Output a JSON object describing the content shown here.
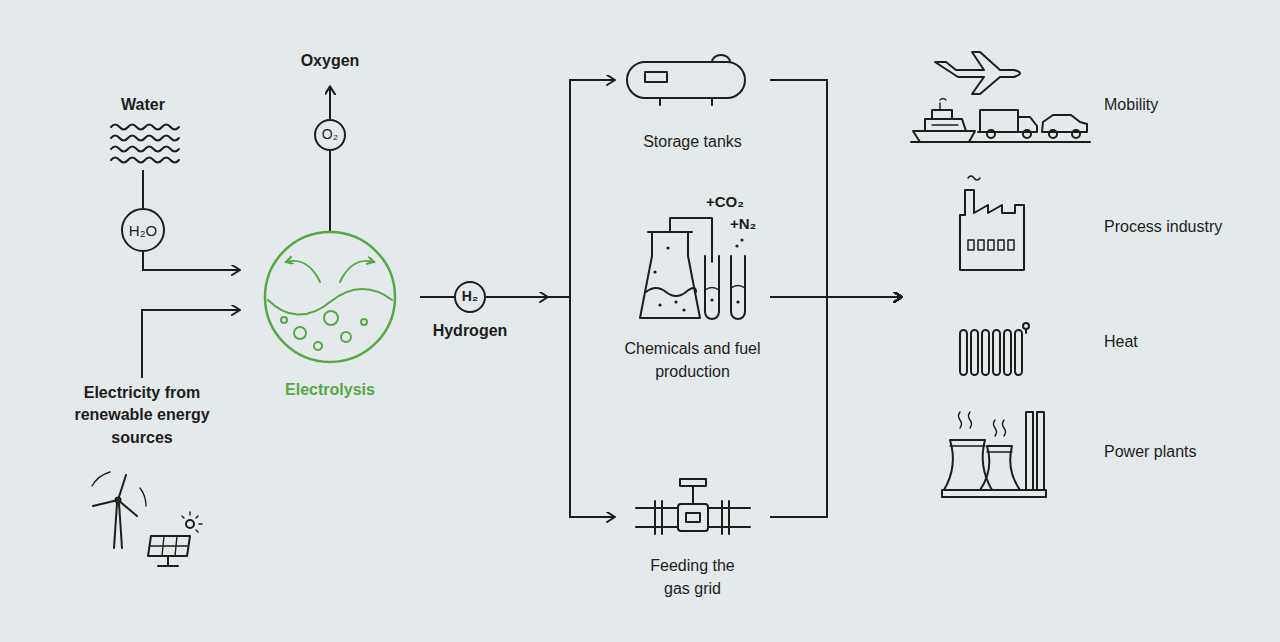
{
  "diagram": {
    "nodes": [
      {
        "text": [
          "Water"
        ]
      },
      {
        "text": [
          "H₂O"
        ]
      },
      {
        "text": [
          "Electricity from renewable energy sources"
        ]
      },
      {
        "text": [
          "Oxygen"
        ]
      },
      {
        "text": [
          "O₂"
        ]
      },
      {
        "text": [
          "Electrolysis"
        ]
      },
      {
        "text": [
          "H₂",
          "Hydrogen"
        ]
      },
      {
        "text": [
          "Storage tanks"
        ]
      },
      {
        "text": [
          "Chemicals and fuel production"
        ]
      },
      {
        "text": [
          "Feeding the gas grid"
        ]
      },
      {
        "text": [
          "Mobility"
        ]
      },
      {
        "text": [
          "Process industry"
        ]
      },
      {
        "text": [
          "Heat"
        ]
      },
      {
        "text": [
          "Power plants"
        ]
      }
    ],
    "edges": [
      {
        "from": 0,
        "to": 1,
        "arrow": "none"
      },
      {
        "from": 1,
        "to": 5,
        "arrow": "to"
      },
      {
        "from": 2,
        "to": 5,
        "arrow": "to"
      },
      {
        "from": 5,
        "to": 4,
        "arrow": "none"
      },
      {
        "from": 4,
        "to": 3,
        "arrow": "to"
      },
      {
        "from": 5,
        "to": 6,
        "arrow": "none"
      },
      {
        "from": 6,
        "to": 7,
        "arrow": "to"
      },
      {
        "from": 6,
        "to": 8,
        "arrow": "to"
      },
      {
        "from": 6,
        "to": 9,
        "arrow": "to"
      },
      {
        "from": 7,
        "to": 10,
        "arrow": "to"
      },
      {
        "from": 7,
        "to": 11,
        "arrow": "to"
      },
      {
        "from": 7,
        "to": 12,
        "arrow": "to"
      },
      {
        "from": 7,
        "to": 13,
        "arrow": "to"
      },
      {
        "from": 8,
        "to": 10,
        "arrow": "to"
      },
      {
        "from": 8,
        "to": 11,
        "arrow": "to"
      },
      {
        "from": 8,
        "to": 12,
        "arrow": "to"
      },
      {
        "from": 8,
        "to": 13,
        "arrow": "to"
      },
      {
        "from": 9,
        "to": 10,
        "arrow": "to"
      },
      {
        "from": 9,
        "to": 11,
        "arrow": "to"
      },
      {
        "from": 9,
        "to": 12,
        "arrow": "to"
      },
      {
        "from": 9,
        "to": 13,
        "arrow": "to"
      }
    ],
    "labels": [
      "+CO₂",
      "+N₂"
    ]
  }
}
